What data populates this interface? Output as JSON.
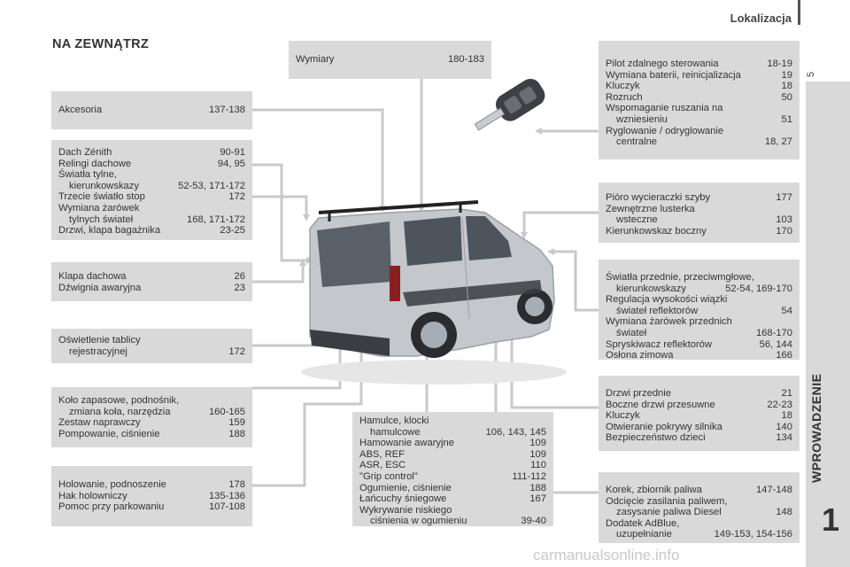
{
  "header": {
    "title": "Lokalizacja",
    "page_number": "5"
  },
  "side_tab": {
    "label": "WPROWADZENIE",
    "chapter": "1"
  },
  "section_title": "NA ZEWNĄTRZ",
  "watermark": "carmanualsonline.info",
  "boxes": {
    "wymiary": [
      {
        "t": "Wymiary",
        "p": "180-183"
      }
    ],
    "akcesoria": [
      {
        "t": "Akcesoria",
        "p": "137-138"
      }
    ],
    "dach": [
      {
        "t": "Dach Zénith",
        "p": "90-91"
      },
      {
        "t": "Relingi dachowe",
        "p": "94, 95"
      },
      {
        "t": "Światła tylne,",
        "p": ""
      },
      {
        "t": "kierunkowskazy",
        "p": "52-53, 171-172",
        "ind": true
      },
      {
        "t": "Trzecie światło stop",
        "p": "172"
      },
      {
        "t": "Wymiana żarówek",
        "p": ""
      },
      {
        "t": "tylnych świateł",
        "p": "168, 171-172",
        "ind": true
      },
      {
        "t": "Drzwi, klapa bagażnika",
        "p": "23-25"
      }
    ],
    "klapa": [
      {
        "t": "Klapa dachowa",
        "p": "26"
      },
      {
        "t": "Dźwignia awaryjna",
        "p": "23"
      }
    ],
    "oswietlenie": [
      {
        "t": "Oświetlenie tablicy",
        "p": ""
      },
      {
        "t": "rejestracyjnej",
        "p": "172",
        "ind": true
      }
    ],
    "kolo": [
      {
        "t": "Koło zapasowe, podnośnik,",
        "p": ""
      },
      {
        "t": "zmiana koła, narzędzia",
        "p": "160-165",
        "ind": true
      },
      {
        "t": "Zestaw naprawczy",
        "p": "159"
      },
      {
        "t": "Pompowanie, ciśnienie",
        "p": "188"
      }
    ],
    "holowanie": [
      {
        "t": "Holowanie, podnoszenie",
        "p": "178"
      },
      {
        "t": "Hak holowniczy",
        "p": "135-136"
      },
      {
        "t": "Pomoc przy parkowaniu",
        "p": "107-108"
      }
    ],
    "hamulce": [
      {
        "t": "Hamulce, klocki",
        "p": ""
      },
      {
        "t": "hamulcowe",
        "p": "106, 143, 145",
        "ind": true
      },
      {
        "t": "Hamowanie awaryjne",
        "p": "109"
      },
      {
        "t": "ABS, REF",
        "p": "109"
      },
      {
        "t": "ASR, ESC",
        "p": "110"
      },
      {
        "t": "\"Grip control\"",
        "p": "111-112"
      },
      {
        "t": "Ogumienie, ciśnienie",
        "p": "188"
      },
      {
        "t": "Łańcuchy śniegowe",
        "p": "167"
      },
      {
        "t": "Wykrywanie niskiego",
        "p": ""
      },
      {
        "t": "ciśnienia w ogumieniu",
        "p": "39-40",
        "ind": true
      }
    ],
    "pilot": [
      {
        "t": "Pilot zdalnego sterowania",
        "p": "18-19"
      },
      {
        "t": "Wymiana baterii, reinicjalizacja",
        "p": "19"
      },
      {
        "t": "Kluczyk",
        "p": "18"
      },
      {
        "t": "Rozruch",
        "p": "50"
      },
      {
        "t": "Wspomaganie ruszania na",
        "p": ""
      },
      {
        "t": "wzniesieniu",
        "p": "51",
        "ind": true
      },
      {
        "t": "Ryglowanie / odryglowanie",
        "p": ""
      },
      {
        "t": "centralne",
        "p": "18, 27",
        "ind": true
      }
    ],
    "pioro": [
      {
        "t": "Pióro wycieraczki szyby",
        "p": "177"
      },
      {
        "t": "Zewnętrzne lusterka",
        "p": ""
      },
      {
        "t": "wsteczne",
        "p": "103",
        "ind": true
      },
      {
        "t": "Kierunkowskaz boczny",
        "p": "170"
      }
    ],
    "swiatla": [
      {
        "t": "Światła przednie, przeciwmgłowe,",
        "p": ""
      },
      {
        "t": "kierunkowskazy",
        "p": "52-54, 169-170",
        "ind": true
      },
      {
        "t": "Regulacja wysokości wiązki",
        "p": ""
      },
      {
        "t": "świateł reflektorów",
        "p": "54",
        "ind": true
      },
      {
        "t": "Wymiana żarówek przednich",
        "p": ""
      },
      {
        "t": "świateł",
        "p": "168-170",
        "ind": true
      },
      {
        "t": "Spryskiwacz reflektorów",
        "p": "56, 144"
      },
      {
        "t": "Osłona zimowa",
        "p": "166"
      }
    ],
    "drzwi": [
      {
        "t": "Drzwi przednie",
        "p": "21"
      },
      {
        "t": "Boczne drzwi przesuwne",
        "p": "22-23"
      },
      {
        "t": "Kluczyk",
        "p": "18"
      },
      {
        "t": "Otwieranie pokrywy silnika",
        "p": "140"
      },
      {
        "t": "Bezpieczeństwo dzieci",
        "p": "134"
      }
    ],
    "korek": [
      {
        "t": "Korek, zbiornik paliwa",
        "p": "147-148"
      },
      {
        "t": "Odcięcie zasilania paliwem,",
        "p": ""
      },
      {
        "t": "zasysanie paliwa Diesel",
        "p": "148",
        "ind": true
      },
      {
        "t": "Dodatek AdBlue,",
        "p": ""
      },
      {
        "t": "uzupełnianie",
        "p": "149-153, 154-156",
        "ind": true
      }
    ]
  },
  "colors": {
    "box": "#d9d9d9",
    "line": "#c9c9c9",
    "accent": "#555555",
    "car": "#c4c8cc"
  }
}
